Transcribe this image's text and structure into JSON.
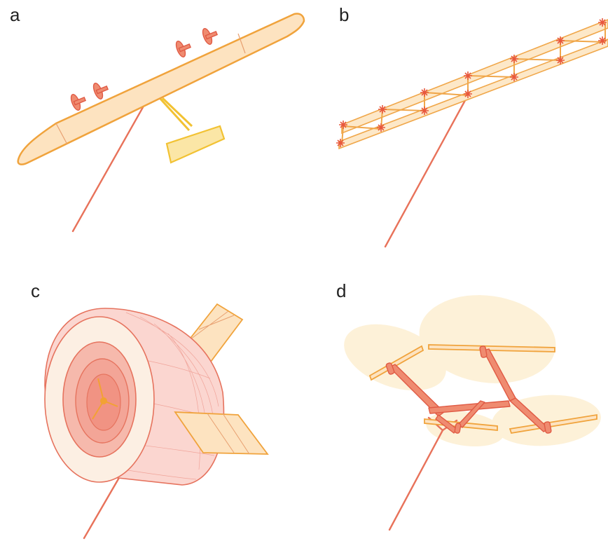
{
  "panels": [
    {
      "label": "a"
    },
    {
      "label": "b"
    },
    {
      "label": "c"
    },
    {
      "label": "d"
    }
  ],
  "colors": {
    "tether": "#e8725a",
    "wing_fill": "#fde3c0",
    "wing_stroke": "#f0a33c",
    "accent_red": "#e05a44",
    "tail_yellow": "#f2c233",
    "drum_pink": "#fbd6d0",
    "rotor_disk": "#fdf1d8"
  },
  "icons": {
    "a": "rigid-wing-kite-with-rotors",
    "b": "truss-structure-kite",
    "c": "buoyant-ring-turbine-with-wings",
    "d": "multi-rotor-tethered-kite"
  }
}
